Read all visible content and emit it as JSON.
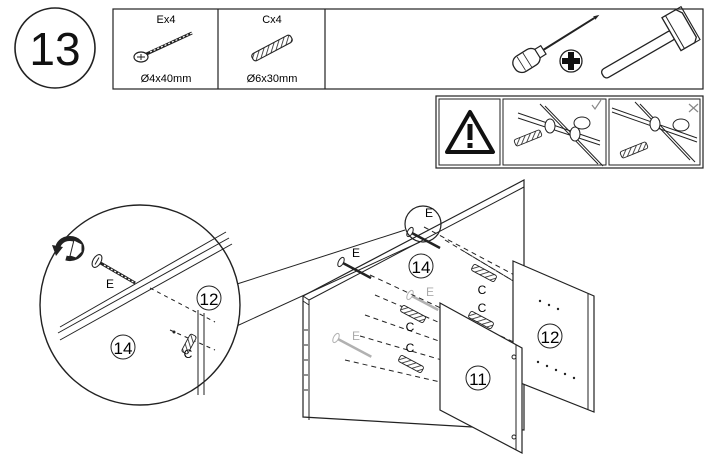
{
  "step": {
    "number": "13"
  },
  "parts_box": {
    "items": [
      {
        "id": "E",
        "label": "Ex4",
        "size": "Ø4x40mm"
      },
      {
        "id": "C",
        "label": "Cx4",
        "size": "Ø6x30mm"
      }
    ],
    "tools": [
      "screwdriver-icon",
      "phillips-head-icon",
      "hammer-icon"
    ]
  },
  "warning_box": {
    "icons": [
      "warning-icon",
      "check-icon",
      "cross-icon"
    ]
  },
  "diagram": {
    "panel_labels": {
      "p14": "14",
      "p12": "12",
      "p11": "11"
    },
    "part_letters": {
      "e_top": "E",
      "e_left": "E",
      "e_faded1": "E",
      "e_faded2": "E",
      "c1": "C",
      "c2": "C",
      "c3": "C",
      "c4": "C"
    }
  },
  "detail": {
    "panel_labels": {
      "p12": "12",
      "p14": "14"
    },
    "part_letters": {
      "e": "E",
      "c": "C"
    }
  }
}
